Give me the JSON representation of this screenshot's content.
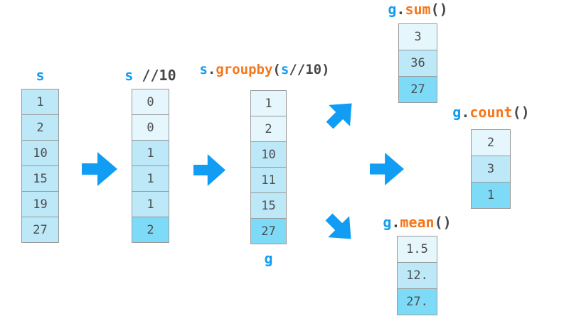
{
  "palette": {
    "background": "#FFFFFF",
    "blue": "#119DF4",
    "orange": "#F4771C",
    "dark": "#474747",
    "cellText": "#4D4D4D",
    "border": "#999999",
    "cellLight": "#E5F6FC",
    "cellMedium": "#BCE8F8",
    "cellDark": "#7EDBF8",
    "arrow": "#119DF4"
  },
  "labels": {
    "s": [
      {
        "text": "s",
        "color": "blue"
      }
    ],
    "s_div_10": [
      {
        "text": "s",
        "color": "blue"
      },
      {
        "text": " //10",
        "color": "dark"
      }
    ],
    "groupby": [
      {
        "text": "s",
        "color": "blue"
      },
      {
        "text": ".",
        "color": "dark"
      },
      {
        "text": "groupby",
        "color": "orange"
      },
      {
        "text": "(",
        "color": "dark"
      },
      {
        "text": "s",
        "color": "blue"
      },
      {
        "text": "//10",
        "color": "dark"
      },
      {
        "text": ")",
        "color": "dark"
      }
    ],
    "g": [
      {
        "text": "g",
        "color": "blue"
      }
    ],
    "sum": [
      {
        "text": "g",
        "color": "blue"
      },
      {
        "text": ".",
        "color": "dark"
      },
      {
        "text": "sum",
        "color": "orange"
      },
      {
        "text": "()",
        "color": "dark"
      }
    ],
    "count": [
      {
        "text": "g",
        "color": "blue"
      },
      {
        "text": ".",
        "color": "dark"
      },
      {
        "text": "count",
        "color": "orange"
      },
      {
        "text": "()",
        "color": "dark"
      }
    ],
    "mean": [
      {
        "text": "g",
        "color": "blue"
      },
      {
        "text": ".",
        "color": "dark"
      },
      {
        "text": "mean",
        "color": "orange"
      },
      {
        "text": "()",
        "color": "dark"
      }
    ]
  },
  "tables": {
    "s": {
      "cells": [
        {
          "value": "1",
          "shade": "medium"
        },
        {
          "value": "2",
          "shade": "medium"
        },
        {
          "value": "10",
          "shade": "medium"
        },
        {
          "value": "15",
          "shade": "medium"
        },
        {
          "value": "19",
          "shade": "medium"
        },
        {
          "value": "27",
          "shade": "medium"
        }
      ]
    },
    "s_div_10": {
      "cells": [
        {
          "value": "0",
          "shade": "light"
        },
        {
          "value": "0",
          "shade": "light"
        },
        {
          "value": "1",
          "shade": "medium"
        },
        {
          "value": "1",
          "shade": "medium"
        },
        {
          "value": "1",
          "shade": "medium"
        },
        {
          "value": "2",
          "shade": "dark"
        }
      ]
    },
    "g": {
      "cells": [
        {
          "value": "1",
          "shade": "light"
        },
        {
          "value": "2",
          "shade": "light"
        },
        {
          "value": "10",
          "shade": "medium"
        },
        {
          "value": "11",
          "shade": "medium"
        },
        {
          "value": "15",
          "shade": "medium"
        },
        {
          "value": "27",
          "shade": "dark"
        }
      ]
    },
    "sum": {
      "cells": [
        {
          "value": "3",
          "shade": "light"
        },
        {
          "value": "36",
          "shade": "medium"
        },
        {
          "value": "27",
          "shade": "dark"
        }
      ]
    },
    "count": {
      "cells": [
        {
          "value": "2",
          "shade": "light"
        },
        {
          "value": "3",
          "shade": "medium"
        },
        {
          "value": "1",
          "shade": "dark"
        }
      ]
    },
    "mean": {
      "cells": [
        {
          "value": "1.5",
          "shade": "light"
        },
        {
          "value": "12.",
          "shade": "medium"
        },
        {
          "value": "27.",
          "shade": "dark"
        }
      ]
    }
  },
  "icons": {
    "arrow_right": "block-arrow-right",
    "arrow_up_right": "block-arrow-up-right",
    "arrow_down_right": "block-arrow-down-right"
  }
}
